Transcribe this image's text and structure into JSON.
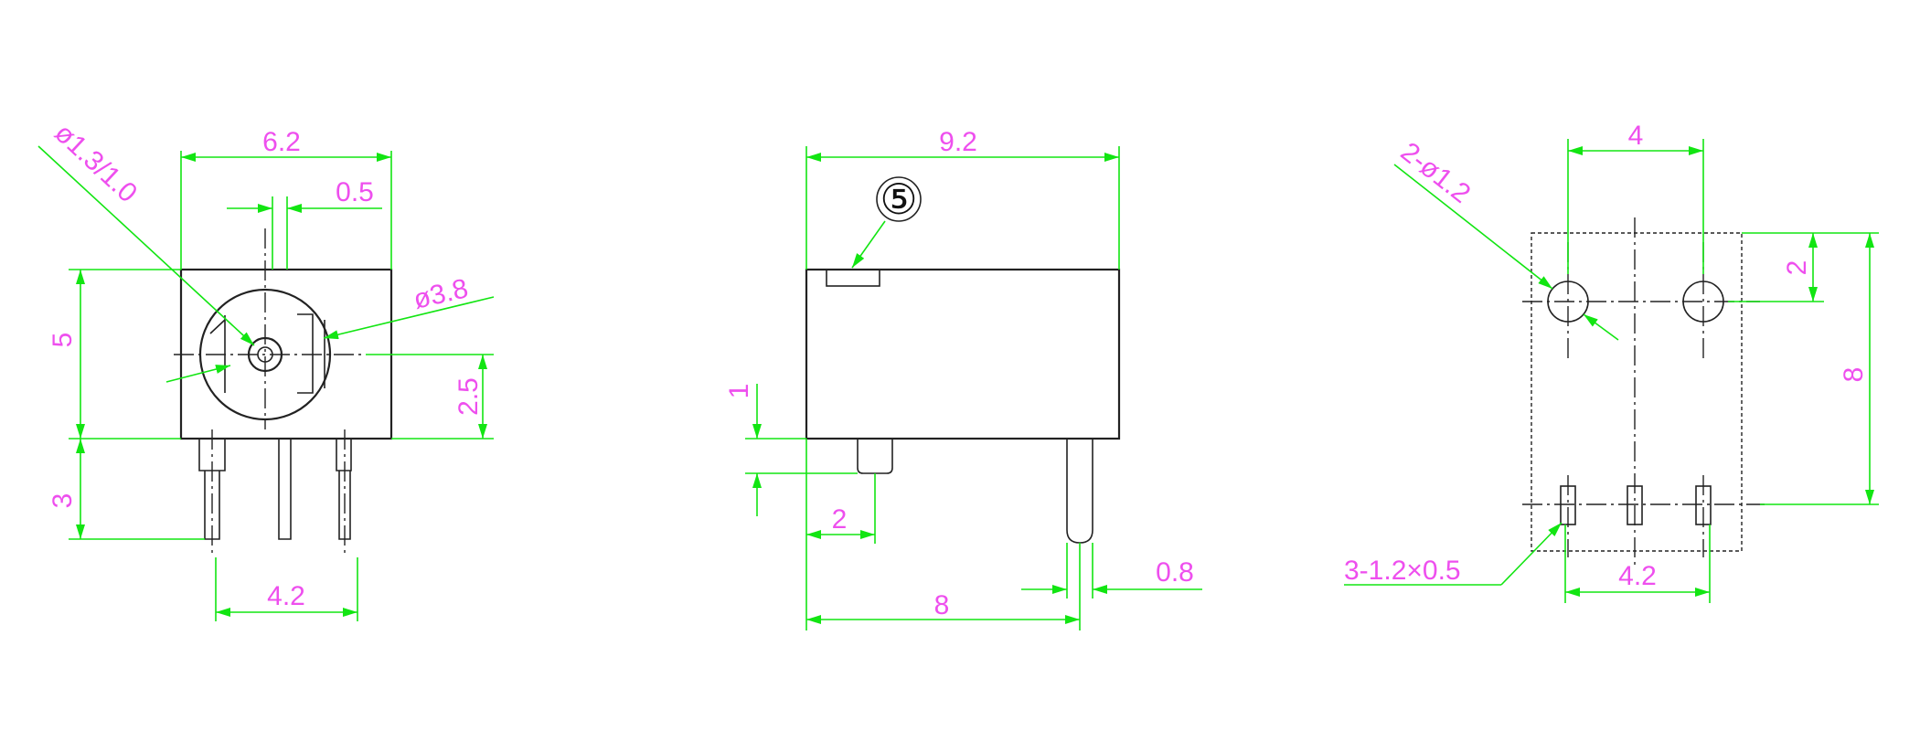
{
  "front_view": {
    "width": "6.2",
    "pin_pitch": "4.2",
    "slot": "0.5",
    "height": "5",
    "center_height": "2.5",
    "pin_length": "3",
    "pin_hole_diameter": "ø1.3/1.0",
    "body_diameter": "ø3.8"
  },
  "side_view": {
    "length": "9.2",
    "pin_offset": "2",
    "pin_position": "8",
    "pin_width": "0.8",
    "standoff": "1",
    "balloon_symbol": "⑤"
  },
  "footprint": {
    "hole_pitch": "4",
    "hole_offset": "2",
    "overall_height": "8",
    "pad_pitch": "4.2",
    "hole_callout": "2-ø1.2",
    "pad_callout": "3-1.2×0.5"
  },
  "colors": {
    "dimension_line": "#12e512",
    "dimension_text": "#ee4fee",
    "outline": "#222222"
  }
}
